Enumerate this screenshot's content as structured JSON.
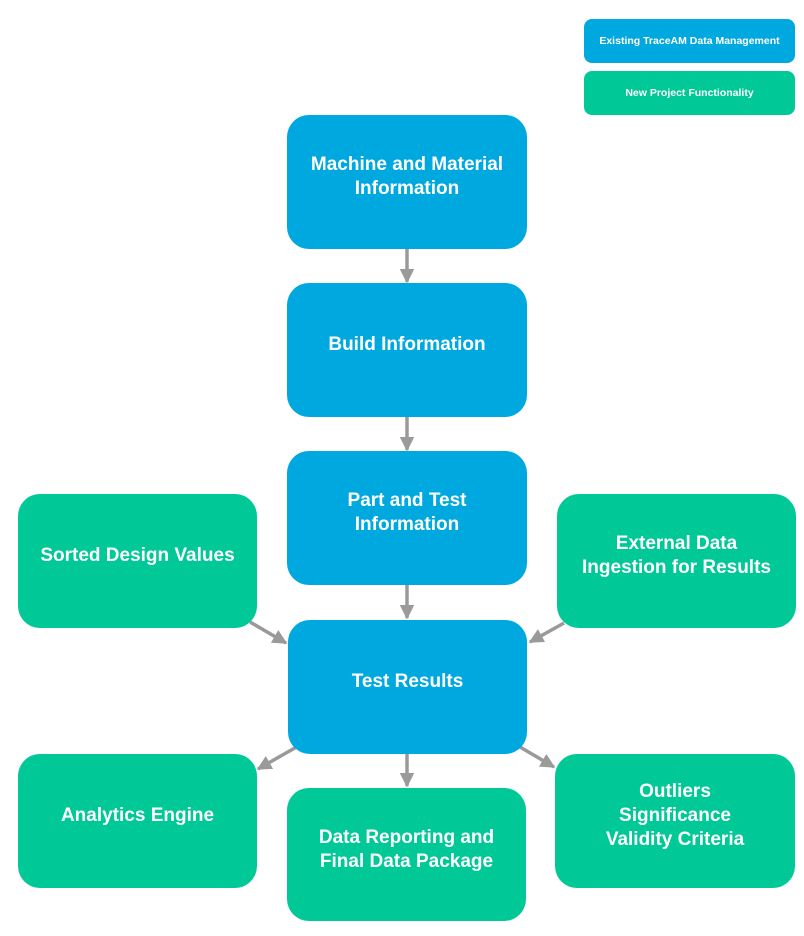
{
  "legend": [
    {
      "label": "Existing TraceAM Data Management",
      "color": "#00a8e0"
    },
    {
      "label": "New Project Functionality",
      "color": "#00c896"
    }
  ],
  "nodes": {
    "machine": {
      "label": "Machine and Material\nInformation",
      "category": "existing"
    },
    "build": {
      "label": "Build Information",
      "category": "existing"
    },
    "part": {
      "label": "Part and Test\nInformation",
      "category": "existing"
    },
    "results": {
      "label": "Test Results",
      "category": "existing"
    },
    "sorted": {
      "label": "Sorted Design Values",
      "category": "new"
    },
    "external": {
      "label": "External Data\nIngestion for Results",
      "category": "new"
    },
    "analytics": {
      "label": "Analytics Engine",
      "category": "new"
    },
    "reporting": {
      "label": "Data Reporting and\nFinal Data Package",
      "category": "new"
    },
    "outliers": {
      "label": "Outliers\nSignificance\nValidity Criteria",
      "category": "new"
    }
  },
  "edges": [
    {
      "from": "machine",
      "to": "build"
    },
    {
      "from": "build",
      "to": "part"
    },
    {
      "from": "part",
      "to": "results"
    },
    {
      "from": "sorted",
      "to": "results"
    },
    {
      "from": "external",
      "to": "results"
    },
    {
      "from": "results",
      "to": "analytics"
    },
    {
      "from": "results",
      "to": "reporting"
    },
    {
      "from": "results",
      "to": "outliers"
    }
  ],
  "colors": {
    "existing": "#00a8e0",
    "new": "#00c896",
    "arrow": "#9a9a9a"
  }
}
